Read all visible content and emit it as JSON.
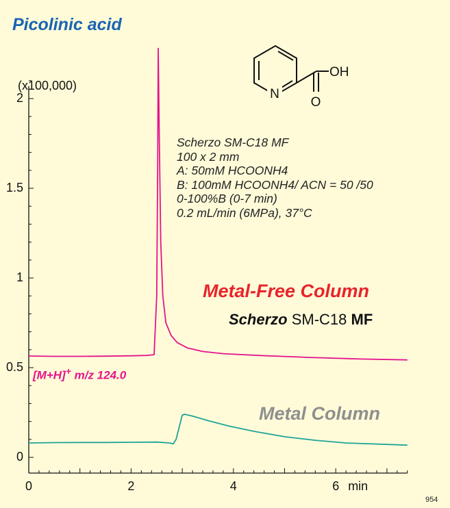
{
  "title": "Picolinic acid",
  "multiplier": "(x100,000)",
  "conditions": [
    "Scherzo SM-C18 MF",
    "100 x 2 mm",
    "A: 50mM HCOONH4",
    "B: 100mM HCOONH4/ ACN = 50 /50",
    "0-100%B (0-7 min)",
    "0.2 mL/min (6MPa), 37°C"
  ],
  "metal_free_label": "Metal-Free Column",
  "product_name": {
    "part1": "Scherzo",
    "part2": " SM-C18 ",
    "part3": "MF"
  },
  "metal_label": "Metal Column",
  "ion_label": {
    "main": "[M+H]",
    "sup": "+",
    "rest": " m/z 124.0"
  },
  "figure_code": "954",
  "molecule": {
    "n_atom": "N",
    "o_atom": "O",
    "oh_group": "OH"
  },
  "colors": {
    "background": "#fffbd9",
    "metal_free": "#e5138c",
    "metal": "#1fa396",
    "title": "#1a64b4",
    "metal_free_label": "#e8242c",
    "metal_label": "#8f8f8f"
  },
  "chart_data": {
    "type": "line",
    "title": "",
    "xlabel": "",
    "ylabel": "",
    "x_unit": "min",
    "xlim": [
      0,
      7.4
    ],
    "ylim": [
      0,
      2.1
    ],
    "x_ticks": [
      0,
      2,
      4,
      6
    ],
    "y_ticks": [
      0,
      0.5,
      1,
      1.5,
      2
    ],
    "x_tick_labels": [
      "0",
      "2",
      "4",
      "6"
    ],
    "y_tick_labels": [
      "0",
      "0.5",
      "1",
      "1.5",
      "2"
    ],
    "series": [
      {
        "color": "#e5138c",
        "points": [
          [
            0,
            0.565
          ],
          [
            0.5,
            0.563
          ],
          [
            1.0,
            0.563
          ],
          [
            1.5,
            0.564
          ],
          [
            2.0,
            0.566
          ],
          [
            2.3,
            0.568
          ],
          [
            2.45,
            0.572
          ],
          [
            2.5,
            0.9
          ],
          [
            2.52,
            1.6
          ],
          [
            2.53,
            2.28
          ],
          [
            2.55,
            1.8
          ],
          [
            2.58,
            1.2
          ],
          [
            2.62,
            0.9
          ],
          [
            2.68,
            0.75
          ],
          [
            2.78,
            0.68
          ],
          [
            2.9,
            0.64
          ],
          [
            3.1,
            0.61
          ],
          [
            3.4,
            0.59
          ],
          [
            3.8,
            0.578
          ],
          [
            4.5,
            0.568
          ],
          [
            5.5,
            0.557
          ],
          [
            6.5,
            0.548
          ],
          [
            7.4,
            0.543
          ]
        ]
      },
      {
        "color": "#1fa396",
        "points": [
          [
            0,
            0.08
          ],
          [
            0.5,
            0.082
          ],
          [
            1.0,
            0.083
          ],
          [
            1.5,
            0.083
          ],
          [
            2.0,
            0.084
          ],
          [
            2.5,
            0.085
          ],
          [
            2.75,
            0.08
          ],
          [
            2.82,
            0.075
          ],
          [
            2.88,
            0.1
          ],
          [
            2.95,
            0.18
          ],
          [
            3.0,
            0.235
          ],
          [
            3.05,
            0.24
          ],
          [
            3.2,
            0.23
          ],
          [
            3.5,
            0.205
          ],
          [
            3.9,
            0.175
          ],
          [
            4.4,
            0.145
          ],
          [
            5.0,
            0.115
          ],
          [
            5.6,
            0.095
          ],
          [
            6.2,
            0.08
          ],
          [
            7.4,
            0.068
          ]
        ]
      }
    ]
  }
}
